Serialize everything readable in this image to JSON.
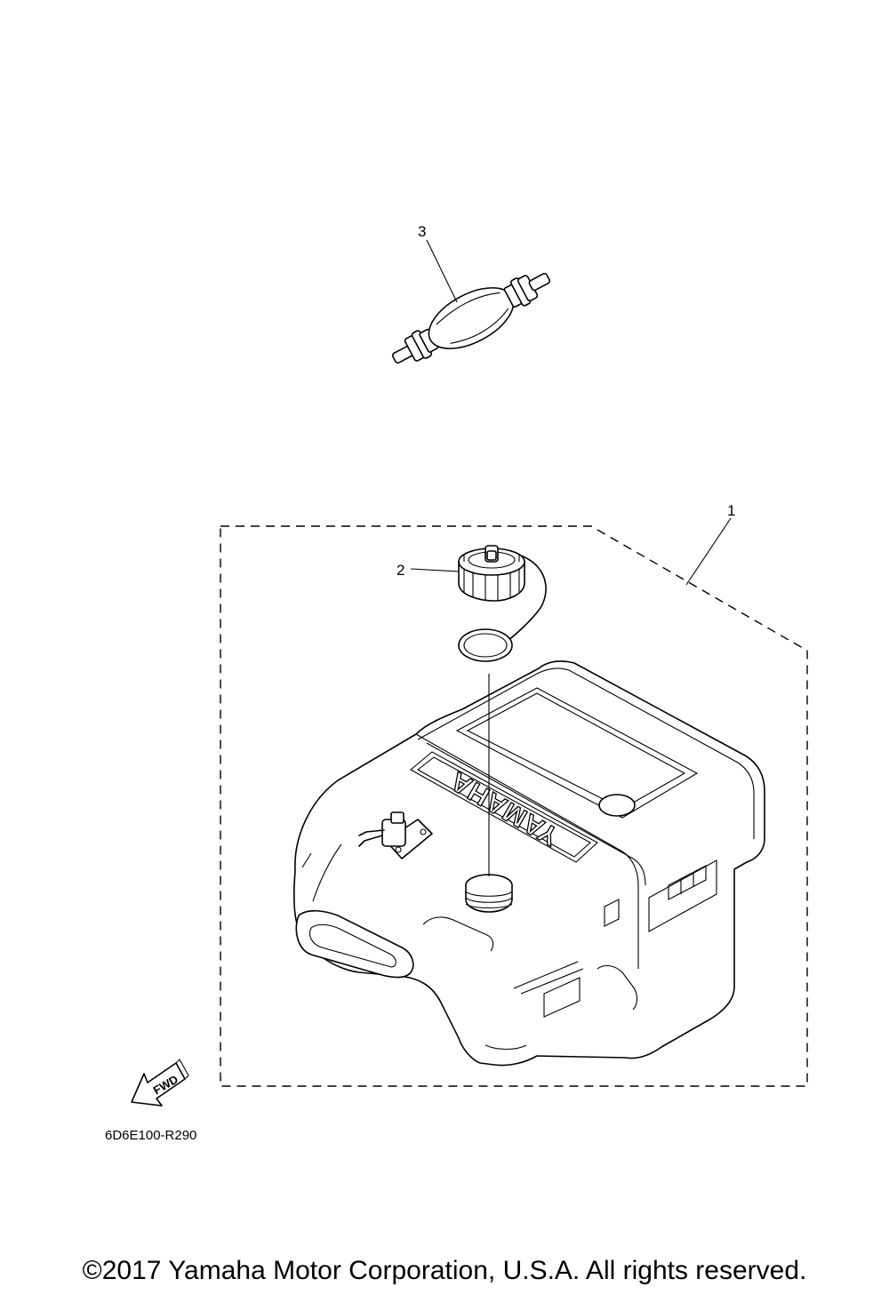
{
  "callouts": {
    "part_1": "1",
    "part_2": "2",
    "part_3": "3"
  },
  "tank_lettering": "YAMAHA",
  "fwd_label": "FWD",
  "diagram_code": "6D6E100-R290",
  "copyright": "©2017 Yamaha Motor Corporation, U.S.A. All rights reserved."
}
